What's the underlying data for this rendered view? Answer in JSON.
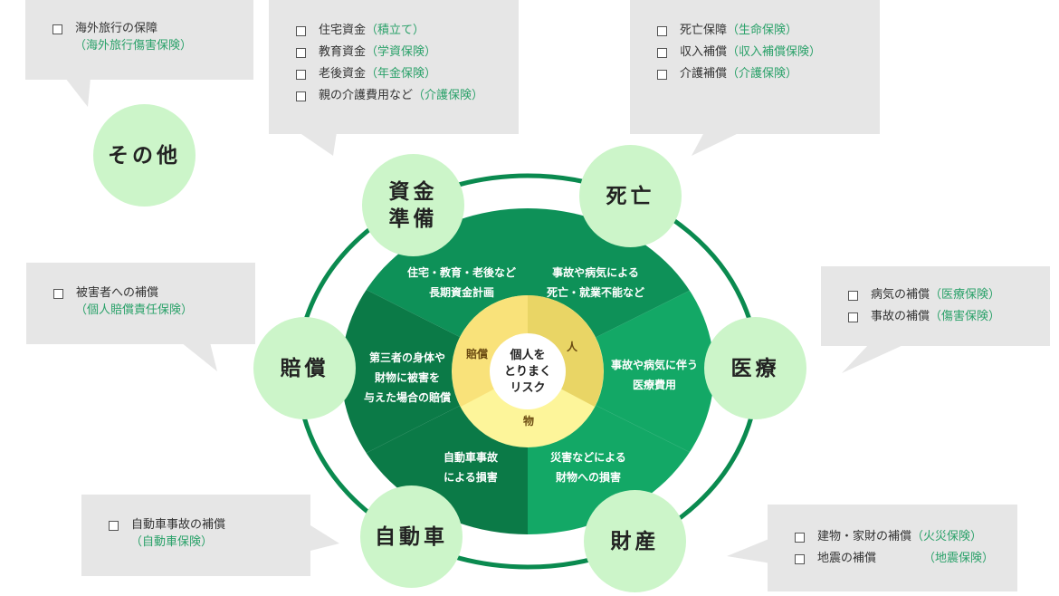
{
  "categories": {
    "other": "その他",
    "funds": "資金準備",
    "death": "死亡",
    "medical": "医療",
    "liability": "賠償",
    "auto": "自動車",
    "property": "財産"
  },
  "segments": {
    "funds": [
      "住宅・教育・老後など",
      "長期資金計画"
    ],
    "death": [
      "事故や病気による",
      "死亡・就業不能など"
    ],
    "medical": [
      "事故や病気に伴う",
      "医療費用"
    ],
    "liability": [
      "第三者の身体や",
      "財物に被害を",
      "与えた場合の賠償"
    ],
    "auto": [
      "自動車事故",
      "による損害"
    ],
    "property": [
      "災害などによる",
      "財物への損害"
    ]
  },
  "inner_ring": {
    "liability": "賠償",
    "person": "人",
    "thing": "物"
  },
  "center": [
    "個人を",
    "とりまく",
    "リスク"
  ],
  "boxes": {
    "other": [
      {
        "text": "海外旅行の保障",
        "insurance": "（海外旅行傷害保険）"
      }
    ],
    "funds": [
      {
        "text": "住宅資金",
        "insurance": "（積立て）"
      },
      {
        "text": "教育資金",
        "insurance": "（学資保険）"
      },
      {
        "text": "老後資金",
        "insurance": "（年金保険）"
      },
      {
        "text": "親の介護費用など",
        "insurance": "（介護保険）"
      }
    ],
    "death": [
      {
        "text": "死亡保障",
        "insurance": "（生命保険）"
      },
      {
        "text": "収入補償",
        "insurance": "（収入補償保険）"
      },
      {
        "text": "介護補償",
        "insurance": "（介護保険）"
      }
    ],
    "liability": [
      {
        "text": "被害者への補償",
        "insurance": "（個人賠償責任保険）"
      }
    ],
    "medical": [
      {
        "text": "病気の補償",
        "insurance": "（医療保険）"
      },
      {
        "text": "事故の補償",
        "insurance": "（傷害保険）"
      }
    ],
    "auto": [
      {
        "text": "自動車事故の補償",
        "insurance": "（自動車保険）"
      }
    ],
    "property": [
      {
        "text": "建物・家財の補償",
        "insurance": "（火災保険）"
      },
      {
        "text": "地震の補償",
        "insurance": "（地震保険）"
      }
    ]
  },
  "colors": {
    "outer_ring": "#0a8a4f",
    "dark_green": "#0b7a47",
    "mid_green": "#0e9158",
    "light_green": "#13a866",
    "category_circle": "#ccf5c9",
    "callout_bg": "#e6e6e6",
    "insurance_text": "#2aa169",
    "ring_yellow_light": "#fdf59a",
    "ring_yellow_mid": "#f9e27a",
    "ring_yellow_dark": "#e9d565"
  }
}
